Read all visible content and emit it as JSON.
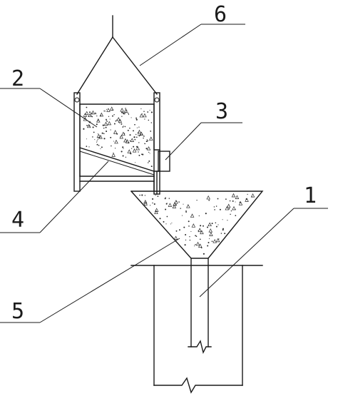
{
  "labels": {
    "label_1": "1",
    "label_2": "2",
    "label_3": "3",
    "label_4": "4",
    "label_5": "5",
    "label_6": "6"
  },
  "colors": {
    "line": "#1a1a1a",
    "background": "#ffffff"
  }
}
